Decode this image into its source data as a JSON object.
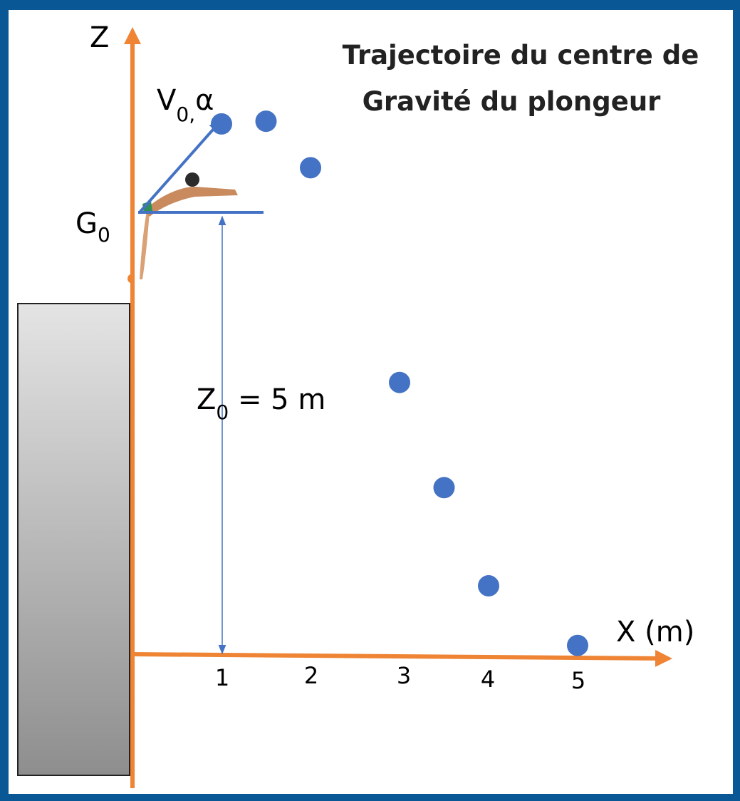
{
  "title": {
    "line1": "Trajectoire du centre de",
    "line2": "Gravité du plongeur"
  },
  "axes": {
    "z_label": "Z",
    "x_label": "X (m)",
    "x_ticks": [
      "1",
      "2",
      "3",
      "4",
      "5"
    ]
  },
  "labels": {
    "g0_main": "G",
    "g0_sub": "0",
    "v0_main": "V",
    "v0_sub": "0,",
    "alpha": "α",
    "z0_main": "Z",
    "z0_sub": "0",
    "z0_rest": " = 5 m"
  },
  "trajectory_points": [
    {
      "x": 1.0,
      "z": 6.05
    },
    {
      "x": 1.5,
      "z": 6.08
    },
    {
      "x": 2.0,
      "z": 5.55
    },
    {
      "x": 3.0,
      "z": 3.1
    },
    {
      "x": 3.5,
      "z": 1.9
    },
    {
      "x": 4.0,
      "z": 0.78
    },
    {
      "x": 5.0,
      "z": 0.1
    }
  ],
  "colors": {
    "axis": "#ee8434",
    "vector": "#4472c4",
    "points": "#4472c4",
    "background": "#0a5796",
    "wall": "#c8c8c8"
  }
}
